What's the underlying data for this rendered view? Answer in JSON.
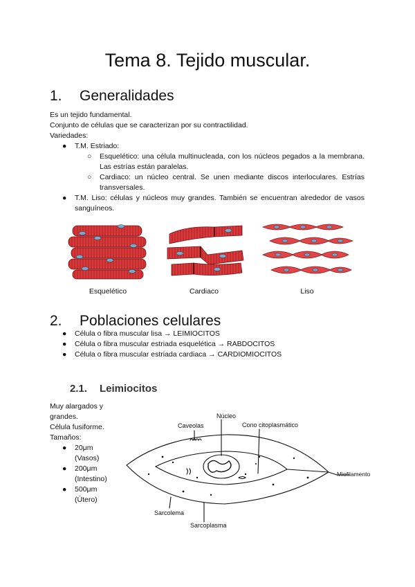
{
  "title": "Tema 8. Tejido muscular.",
  "sections": [
    {
      "number": "1.",
      "heading": "Generalidades"
    },
    {
      "number": "2.",
      "heading": "Poblaciones celulares"
    }
  ],
  "generalidades": {
    "lines": [
      "Es un tejido fundamental.",
      "Conjunto de células que se caracterizan por su contractilidad.",
      "Variedades:"
    ],
    "estriado_label": "T.M. Estriado:",
    "esqueletico_text": "Esquelético: una célula multinucleada, con los núcleos pegados a la membrana. Las estrías están paralelas.",
    "cardiaco_text": "Cardiaco: un núcleo central. Se unen mediante discos interloculares. Estrías transversales.",
    "liso_text": "T.M. Liso: células y núcleos muy grandes. También se encuentran alrededor de vasos sanguíneos."
  },
  "figure_captions": [
    "Esquelético",
    "Cardiaco",
    "Liso"
  ],
  "poblaciones": [
    "Célula o fibra muscular lisa → LEIMIOCITOS",
    "Célula o fibra muscular estriada esquelética → RABDOCITOS",
    "Célula o fibra muscular estriada cardiaca → CARDIOMIOCITOS"
  ],
  "subsection": {
    "number": "2.1.",
    "heading": "Leimiocitos"
  },
  "leimiocitos": {
    "lines": [
      "Muy alargados y",
      "grandes.",
      "Célula fusiforme.",
      "Tamaños:"
    ],
    "sizes": [
      {
        "value": "20μm",
        "note": "(Vasos)"
      },
      {
        "value": "200μm",
        "note": "(Intestino)"
      },
      {
        "value": "500μm",
        "note": "(Útero)"
      }
    ]
  },
  "diagram_labels": {
    "caveolas": "Caveolas",
    "nucleo": "Núcleo",
    "cono": "Cono citoplasmático",
    "miofilamento": "Miofilamento",
    "sarcolema": "Sarcolema",
    "sarcoplasma": "Sarcoplasma"
  },
  "colors": {
    "muscle": "#d9383a",
    "muscle_dark": "#9c1f22",
    "nucleus": "#7fa8c8"
  }
}
